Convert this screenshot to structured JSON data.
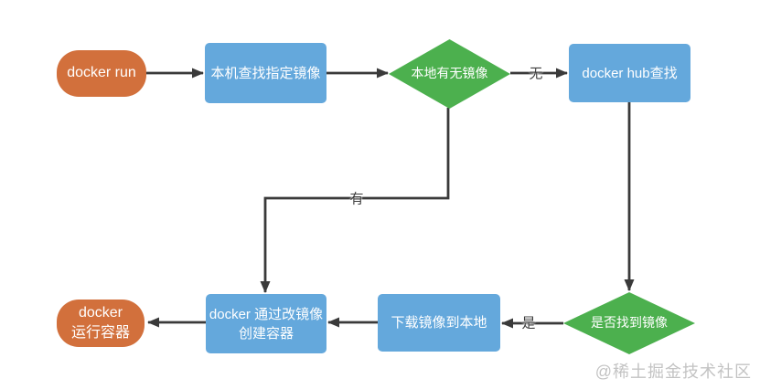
{
  "diagram_type": "flowchart",
  "colors": {
    "background": "#FFFFFF",
    "process_fill": "#64A8DC",
    "terminal_fill": "#D2703C",
    "decision_fill": "#4CB04E",
    "node_text": "#FFFFFF",
    "arrow": "#3A3A3A",
    "edge_label_text": "#3C3C3C",
    "watermark_text": "#C3C3C3"
  },
  "nodes": {
    "start": {
      "label": "docker run",
      "type": "terminal"
    },
    "find_local": {
      "label": "本机查找指定镜像",
      "type": "process"
    },
    "has_local_image": {
      "label": "本地有无镜像",
      "type": "decision"
    },
    "hub_search": {
      "label": "docker hub查找",
      "type": "process"
    },
    "found_image": {
      "label": "是否找到镜像",
      "type": "decision"
    },
    "download_image": {
      "label": "下载镜像到本地",
      "type": "process"
    },
    "create_container": {
      "label": "docker 通过改镜像\n创建容器",
      "type": "process"
    },
    "run_container": {
      "label": "docker\n运行容器",
      "type": "terminal"
    }
  },
  "edges": [
    {
      "from": "start",
      "to": "find_local",
      "label": ""
    },
    {
      "from": "find_local",
      "to": "has_local_image",
      "label": ""
    },
    {
      "from": "has_local_image",
      "to": "hub_search",
      "label": "无"
    },
    {
      "from": "hub_search",
      "to": "found_image",
      "label": ""
    },
    {
      "from": "has_local_image",
      "to": "create_container",
      "label": "有"
    },
    {
      "from": "found_image",
      "to": "download_image",
      "label": "是"
    },
    {
      "from": "download_image",
      "to": "create_container",
      "label": ""
    },
    {
      "from": "create_container",
      "to": "run_container",
      "label": ""
    }
  ],
  "watermark": {
    "text": "@稀土掘金技术社区"
  }
}
